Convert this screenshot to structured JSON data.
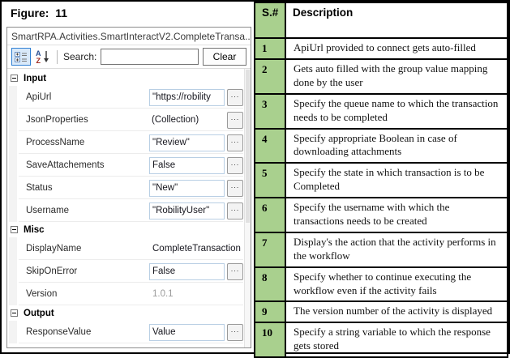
{
  "figure": {
    "label": "Figure:  11"
  },
  "colors": {
    "table_green": "#A9D08E",
    "textbox_border": "#B9CFE4",
    "selected_tool_border": "#2F7FD3"
  },
  "panel": {
    "title": "SmartRPA.Activities.SmartInteractV2.CompleteTransa...",
    "toolbar": {
      "search_label": "Search:",
      "search_value": "",
      "clear_label": "Clear",
      "ellipsis_label": "...",
      "icons": [
        "categorized-view-icon",
        "alphabetical-sort-icon"
      ]
    },
    "sections": [
      {
        "label": "Input",
        "rows": [
          {
            "name": "ApiUrl",
            "value": "\"https://robility",
            "boxed": true,
            "button": true
          },
          {
            "name": "JsonProperties",
            "value": "(Collection)",
            "boxed": false,
            "button": true
          },
          {
            "name": "ProcessName",
            "value": "\"Review\"",
            "boxed": true,
            "button": true
          },
          {
            "name": "SaveAttachements",
            "value": "False",
            "boxed": true,
            "button": true
          },
          {
            "name": "Status",
            "value": "\"New\"",
            "boxed": true,
            "button": true
          },
          {
            "name": "Username",
            "value": "\"RobilityUser\"",
            "boxed": true,
            "button": true
          }
        ]
      },
      {
        "label": "Misc",
        "rows": [
          {
            "name": "DisplayName",
            "value": "CompleteTransaction",
            "boxed": false,
            "button": false
          },
          {
            "name": "SkipOnError",
            "value": "False",
            "boxed": true,
            "button": true
          },
          {
            "name": "Version",
            "value": "1.0.1",
            "boxed": false,
            "button": false,
            "muted": true
          }
        ]
      },
      {
        "label": "Output",
        "rows": [
          {
            "name": "ResponseValue",
            "value": "Value",
            "boxed": true,
            "button": true
          }
        ]
      }
    ]
  },
  "table": {
    "headers": [
      "S.#",
      "Description"
    ],
    "rows": [
      {
        "num": "1",
        "desc": "ApiUrl provided to connect gets auto-filled"
      },
      {
        "num": "2",
        "desc": "Gets auto filled with the group value mapping done by the user"
      },
      {
        "num": "3",
        "desc": "Specify the queue name to  which the transaction needs to be completed"
      },
      {
        "num": "4",
        "desc": "Specify appropriate Boolean in case of downloading attachments"
      },
      {
        "num": "5",
        "desc": "Specify the state in which transaction is to be Completed"
      },
      {
        "num": "6",
        "desc": "Specify the username with which the transactions needs to be created"
      },
      {
        "num": "7",
        "desc": "Display's the action that the activity performs in the workflow"
      },
      {
        "num": "8",
        "desc": "Specify whether to continue executing the workflow even if the activity fails"
      },
      {
        "num": "9",
        "desc": "The version number of the activity is displayed"
      },
      {
        "num": "10",
        "desc": "Specify a string variable to which the response gets stored"
      }
    ]
  }
}
